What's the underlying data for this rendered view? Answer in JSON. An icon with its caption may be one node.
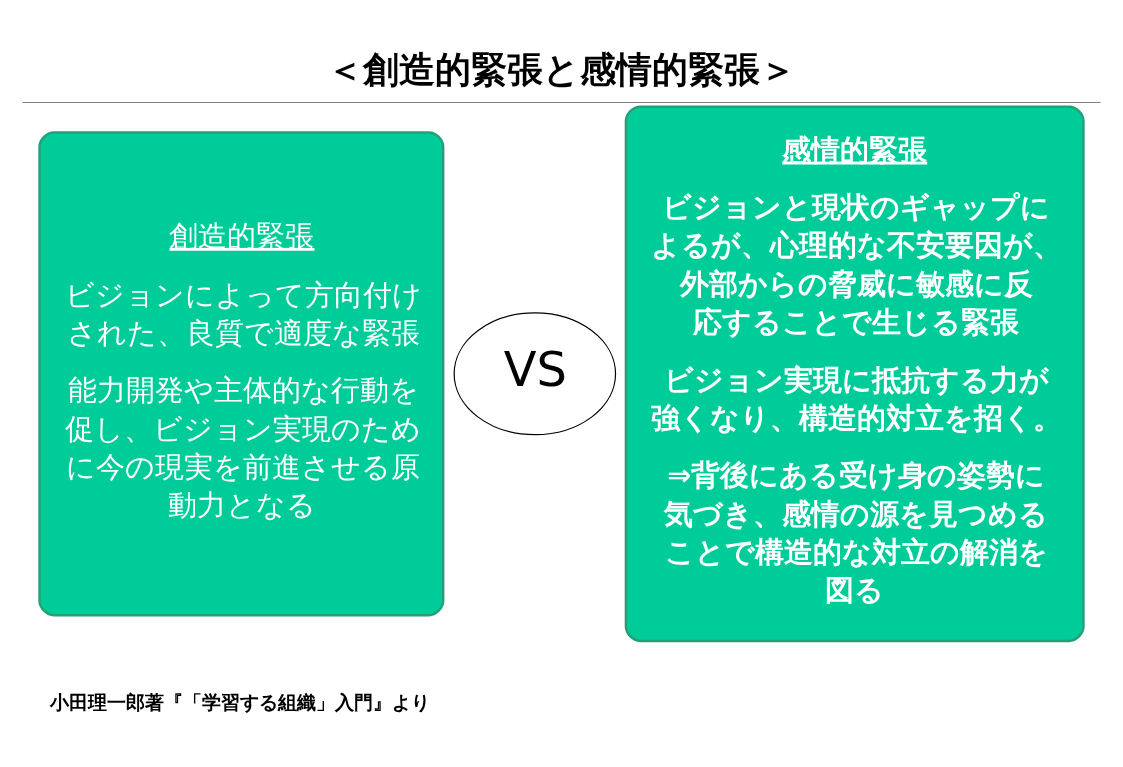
{
  "diagram": {
    "title": "＜創造的緊張と感情的緊張＞",
    "nodes": [
      {
        "text": [
          "創造的緊張",
          "ビジョンによって方向付けされた、良質で適度な緊張",
          "能力開発や主体的な行動を促し、ビジョン実現のために今の現実を前進させる原動力となる"
        ]
      },
      {
        "text": [
          "VS"
        ]
      },
      {
        "text": [
          "感情的緊張",
          "ビジョンと現状のギャップによるが、心理的な不安要因が、外部からの脅威に敏感に反応することで生じる緊張",
          "ビジョン実現に抵抗する力が強くなり、構造的対立を招く。",
          "⇒背後にある受け身の姿勢に気づき、感情の源を見つめることで構造的な対立の解消を図る"
        ]
      }
    ],
    "caption": "小田理一郎著『「学習する組織」入門』より"
  }
}
